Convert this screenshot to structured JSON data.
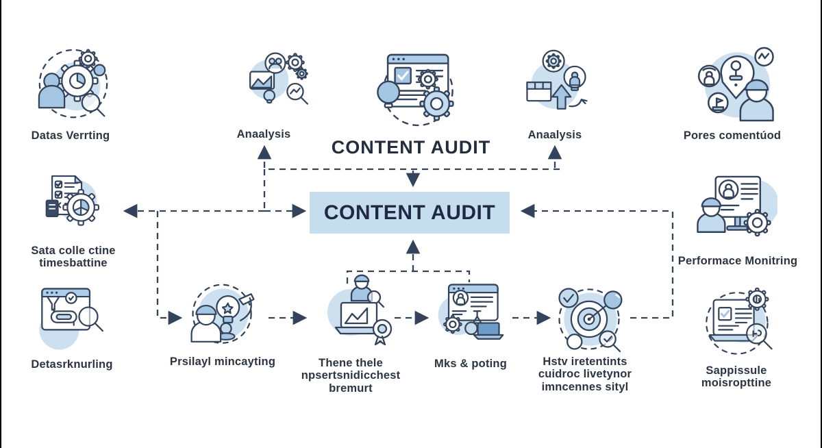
{
  "title": "CONTENT AUDIT",
  "center_box": {
    "label": "CONTENT AUDIT"
  },
  "colors": {
    "outline": "#33435c",
    "text": "#2b3440",
    "box_bg": "#c6ddee",
    "blob": "#c3dbed",
    "fill_light": "#c3dbed",
    "fill_mid": "#a5c6e3",
    "fill_blue": "#6d9cc8",
    "header": "#aecde8"
  },
  "nodes": [
    {
      "id": "datas-verrting",
      "label": "Datas Verrting",
      "icon": "person-gear-magnifier"
    },
    {
      "id": "anaalysis-left",
      "label": "Anaalysis",
      "icon": "team-chart-gear"
    },
    {
      "id": "content-audit-icon",
      "label": "",
      "icon": "browser-check-gears"
    },
    {
      "id": "anaalysis-right",
      "label": "Anaalysis",
      "icon": "package-arrows-idea"
    },
    {
      "id": "pores-comentuod",
      "label": "Pores comentúod",
      "icon": "idea-pin-engineer"
    },
    {
      "id": "sata-collectine",
      "label": "Sata colle ctine\ntimesbattine",
      "icon": "checklist-gear-pie"
    },
    {
      "id": "performace-monitring",
      "label": "Performace Monitring",
      "icon": "presentation-profile-target"
    },
    {
      "id": "detasrknurling",
      "label": "Detasrknurling",
      "icon": "browser-funnel-magnifier"
    },
    {
      "id": "prsilayl-mincayting",
      "label": "Prsilayl mincayting",
      "icon": "engineer-idea-lamp"
    },
    {
      "id": "thene-thele",
      "label": "Thene thele\nnpsertsnidicchest\nbremurt",
      "icon": "laptop-chart-award"
    },
    {
      "id": "mks-poting",
      "label": "Mks & poting",
      "icon": "profile-card-laptop"
    },
    {
      "id": "hstv-iretentints",
      "label": "Hstv iretentints\ncuidroc livetynor\nimncennes sityl",
      "icon": "target-checks-magnifier"
    },
    {
      "id": "sappissule",
      "label": "Sappissule\nmoisropttine",
      "icon": "laptop-check-magnifier"
    }
  ]
}
